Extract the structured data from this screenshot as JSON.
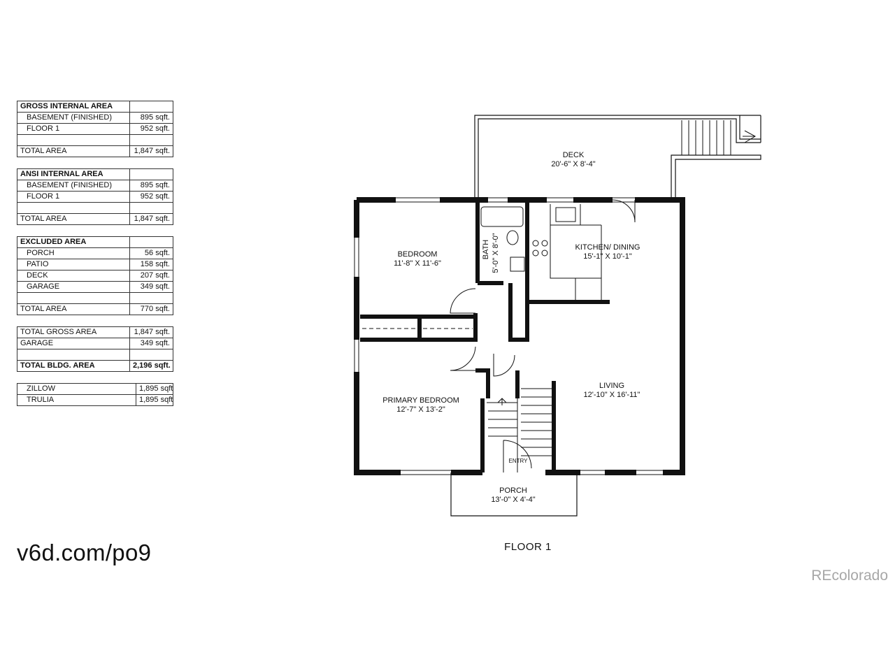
{
  "tables": [
    {
      "header": "GROSS INTERNAL AREA",
      "rows": [
        {
          "label": "BASEMENT (FINISHED)",
          "value": "895 sqft."
        },
        {
          "label": "FLOOR 1",
          "value": "952 sqft."
        }
      ],
      "total_label": "TOTAL AREA",
      "total_value": "1,847 sqft."
    },
    {
      "header": "ANSI INTERNAL AREA",
      "rows": [
        {
          "label": "BASEMENT (FINISHED)",
          "value": "895 sqft."
        },
        {
          "label": "FLOOR 1",
          "value": "952 sqft."
        }
      ],
      "total_label": "TOTAL AREA",
      "total_value": "1,847 sqft."
    },
    {
      "header": "EXCLUDED AREA",
      "rows": [
        {
          "label": "PORCH",
          "value": "56 sqft."
        },
        {
          "label": "PATIO",
          "value": "158 sqft."
        },
        {
          "label": "DECK",
          "value": "207 sqft."
        },
        {
          "label": "GARAGE",
          "value": "349 sqft."
        }
      ],
      "total_label": "TOTAL AREA",
      "total_value": "770 sqft."
    }
  ],
  "summary": {
    "rows": [
      {
        "label": "TOTAL GROSS AREA",
        "value": "1,847 sqft."
      },
      {
        "label": "GARAGE",
        "value": "349 sqft."
      }
    ],
    "total_label": "TOTAL BLDG. AREA",
    "total_value": "2,196 sqft."
  },
  "listing_sites": [
    {
      "label": "ZILLOW",
      "value": "1,895 sqft."
    },
    {
      "label": "TRULIA",
      "value": "1,895 sqft."
    }
  ],
  "rooms": {
    "deck": {
      "name": "DECK",
      "dims": "20'-6\" X 8'-4\""
    },
    "bedroom": {
      "name": "BEDROOM",
      "dims": "11'-8\" X 11'-6\""
    },
    "bath": {
      "name": "BATH",
      "dims": "5'-0\" X 8'-0\""
    },
    "kitchen": {
      "name": "KITCHEN/ DINING",
      "dims": "15'-1\" X 10'-1\""
    },
    "living": {
      "name": "LIVING",
      "dims": "12'-10\" X 16'-11\""
    },
    "primary": {
      "name": "PRIMARY BEDROOM",
      "dims": "12'-7\" X 13'-2\""
    },
    "entry": {
      "name": "ENTRY"
    },
    "porch": {
      "name": "PORCH",
      "dims": "13'-0\" X 4'-4\""
    }
  },
  "floor_label": "FLOOR 1",
  "short_link": "v6d.com/po9",
  "watermark": "REcolorado"
}
